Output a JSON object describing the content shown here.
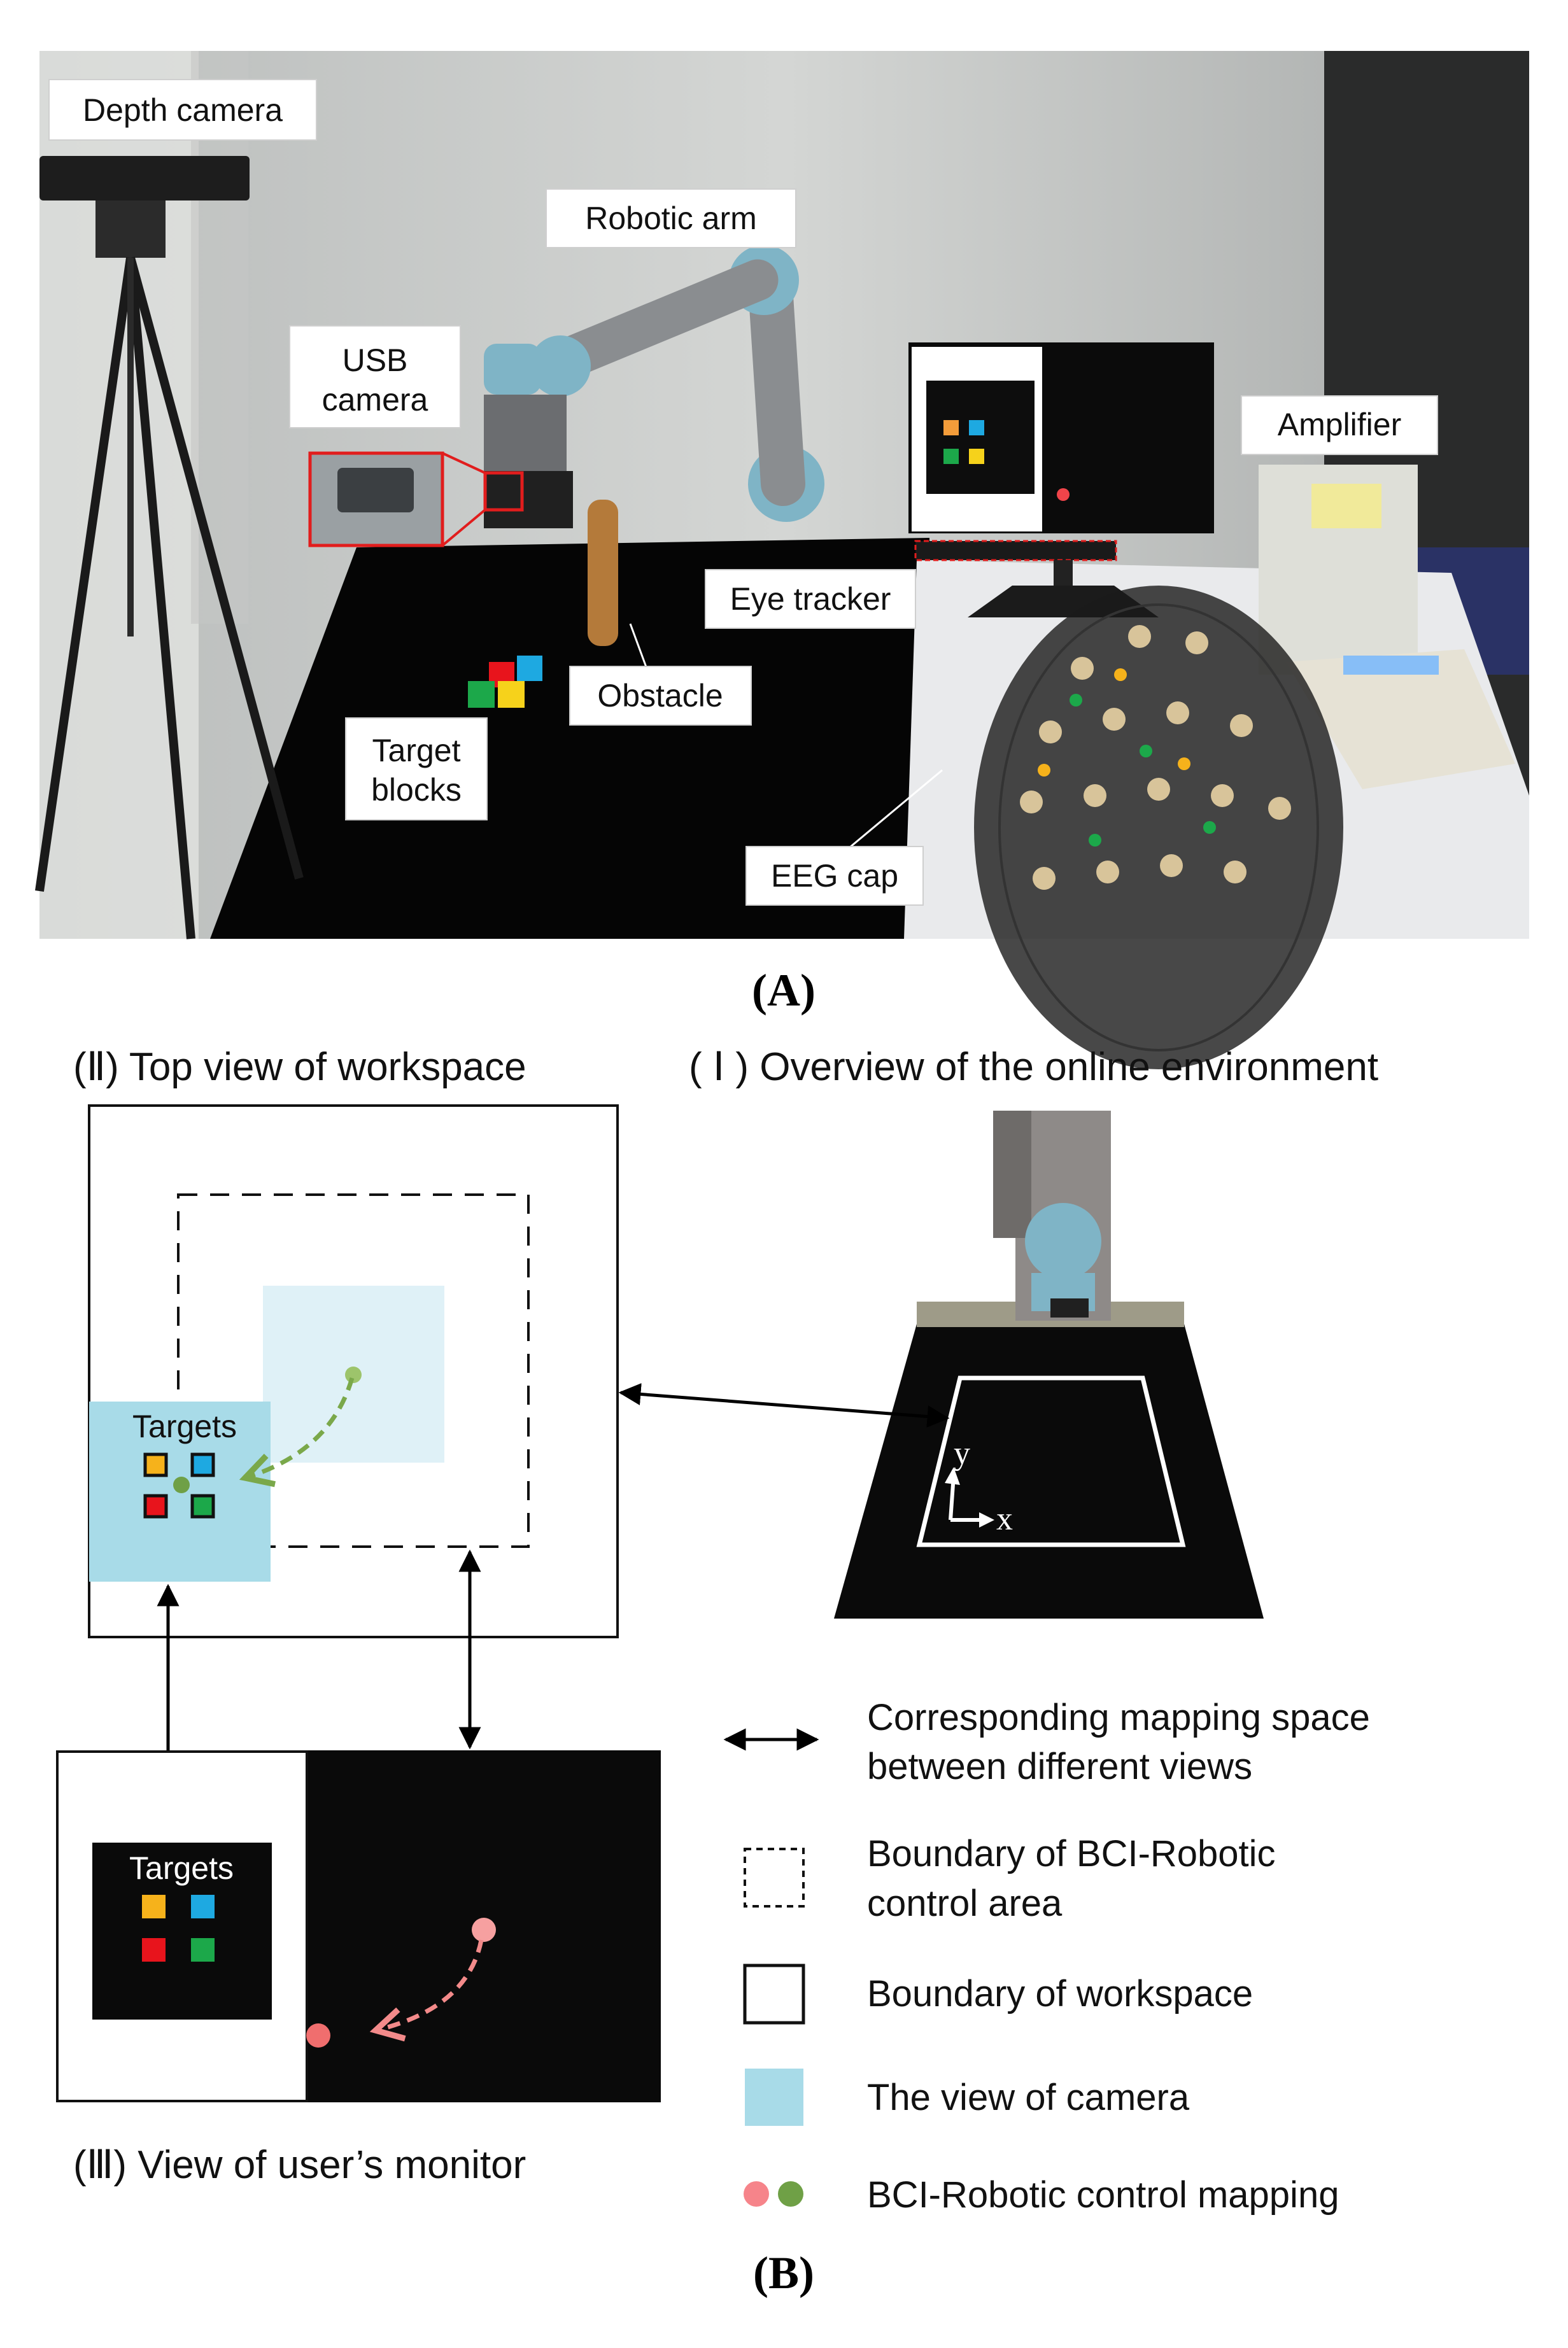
{
  "panel_a": {
    "caption": "(A)",
    "labels": {
      "depth_camera": "Depth camera",
      "robotic_arm": "Robotic arm",
      "usb_camera_1": "USB",
      "usb_camera_2": "camera",
      "amplifier": "Amplifier",
      "eye_tracker": "Eye tracker",
      "obstacle": "Obstacle",
      "target_blocks_1": "Target",
      "target_blocks_2": "blocks",
      "eeg_cap": "EEG cap"
    }
  },
  "panel_b": {
    "caption": "(B)",
    "view_ii_title": "(Ⅱ)  Top view of workspace",
    "view_i_title": "( Ⅰ )  Overview of the online environment",
    "view_iii_title": "(Ⅲ)  View of user’s monitor",
    "targets_label_top": "Targets",
    "targets_label_monitor": "Targets",
    "axis_x": "x",
    "axis_y": "y",
    "legend": {
      "mapping_line1": "Corresponding mapping space",
      "mapping_line2": "between different views",
      "bci_area_line1": "Boundary of BCI-Robotic",
      "bci_area_line2": "control area",
      "workspace": "Boundary of workspace",
      "camera_view": "The view of camera",
      "control_mapping": "BCI-Robotic control mapping"
    }
  },
  "colors": {
    "target_orange": "#f6b21b",
    "target_blue": "#1ea9e1",
    "target_red": "#e8141c",
    "target_green": "#1ca84a",
    "camera_view": "#a8dbe8",
    "camera_view_light": "#dff1f7",
    "cursor_green": "#7aa84a",
    "cursor_pink": "#f38a8a"
  }
}
